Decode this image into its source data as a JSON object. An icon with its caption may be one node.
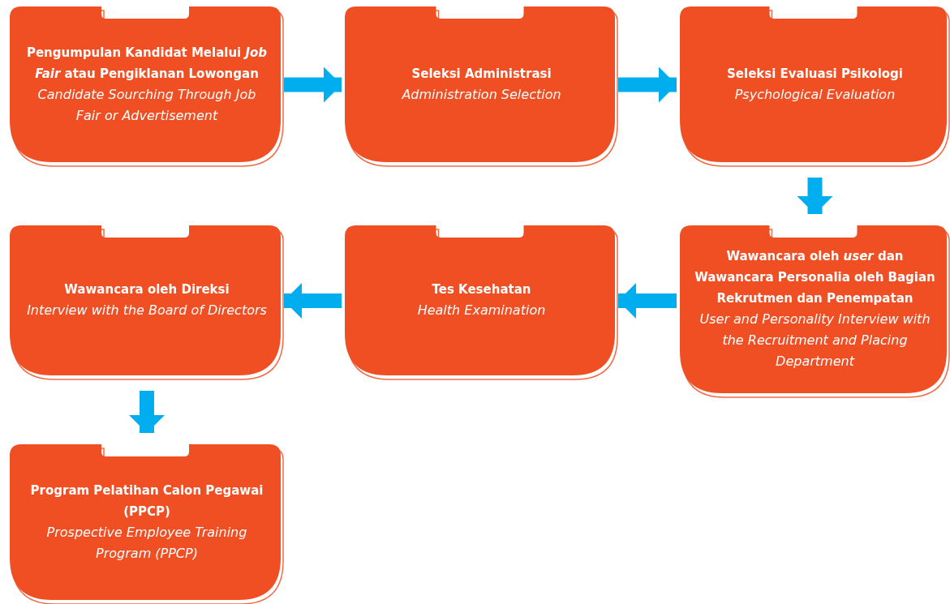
{
  "diagram": {
    "nodes": [
      {
        "text": [
          "Pengumpulan Kandidat Melalui *Job Fair* atau Pengiklanan Lowongan",
          "Candidate Sourching Through Job Fair or Advertisement"
        ]
      },
      {
        "text": [
          "Seleksi Administrasi",
          "Administration Selection"
        ]
      },
      {
        "text": [
          "Seleksi Evaluasi Psikologi",
          "Psychological Evaluation"
        ]
      },
      {
        "text": [
          "Wawancara oleh *user* dan Wawancara Personalia oleh Bagian Rekrutmen dan Penempatan",
          "User and Personality Interview with the Recruitment and Placing Department"
        ]
      },
      {
        "text": [
          "Tes Kesehatan",
          "Health Examination"
        ]
      },
      {
        "text": [
          "Wawancara oleh Direksi",
          "Interview with the Board of Directors"
        ]
      },
      {
        "text": [
          "Program Pelatihan Calon Pegawai (PPCP)",
          "Prospective Employee Training Program (PPCP)"
        ]
      }
    ],
    "edges": [
      {
        "from": 0,
        "to": 1,
        "arrow": "to"
      },
      {
        "from": 1,
        "to": 2,
        "arrow": "to"
      },
      {
        "from": 2,
        "to": 3,
        "arrow": "to"
      },
      {
        "from": 3,
        "to": 4,
        "arrow": "to"
      },
      {
        "from": 4,
        "to": 5,
        "arrow": "to"
      },
      {
        "from": 5,
        "to": 6,
        "arrow": "to"
      }
    ]
  }
}
